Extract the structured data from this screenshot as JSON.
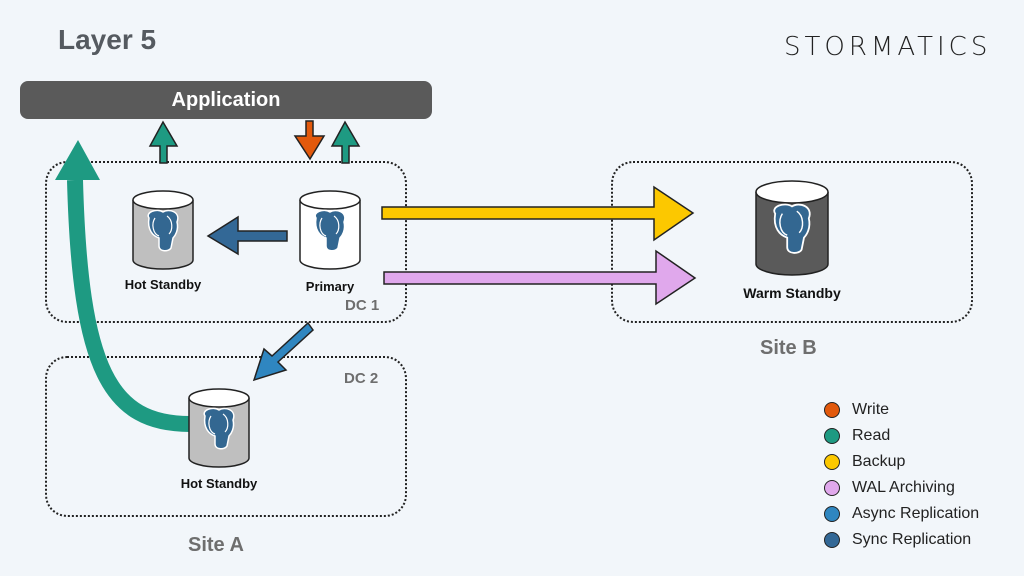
{
  "title": "Layer 5",
  "logo": "STORMATICS",
  "application": "Application",
  "sites": {
    "site_a": "Site A",
    "site_b": "Site B",
    "dc1": "DC 1",
    "dc2": "DC 2"
  },
  "nodes": {
    "hot_standby_dc1": "Hot Standby",
    "primary": "Primary",
    "hot_standby_dc2": "Hot Standby",
    "warm_standby": "Warm Standby"
  },
  "colors": {
    "write": "#e2590c",
    "read": "#1e9a82",
    "backup": "#fcc800",
    "wal_archiving": "#e0a8ec",
    "async_replication": "#2f86c0",
    "sync_replication": "#336896",
    "elephant": "#336791"
  },
  "legend": [
    {
      "label": "Write",
      "color": "#e2590c"
    },
    {
      "label": "Read",
      "color": "#1e9a82"
    },
    {
      "label": "Backup",
      "color": "#fcc800"
    },
    {
      "label": "WAL Archiving",
      "color": "#e0a8ec"
    },
    {
      "label": "Async Replication",
      "color": "#2f86c0"
    },
    {
      "label": "Sync Replication",
      "color": "#336896"
    }
  ]
}
